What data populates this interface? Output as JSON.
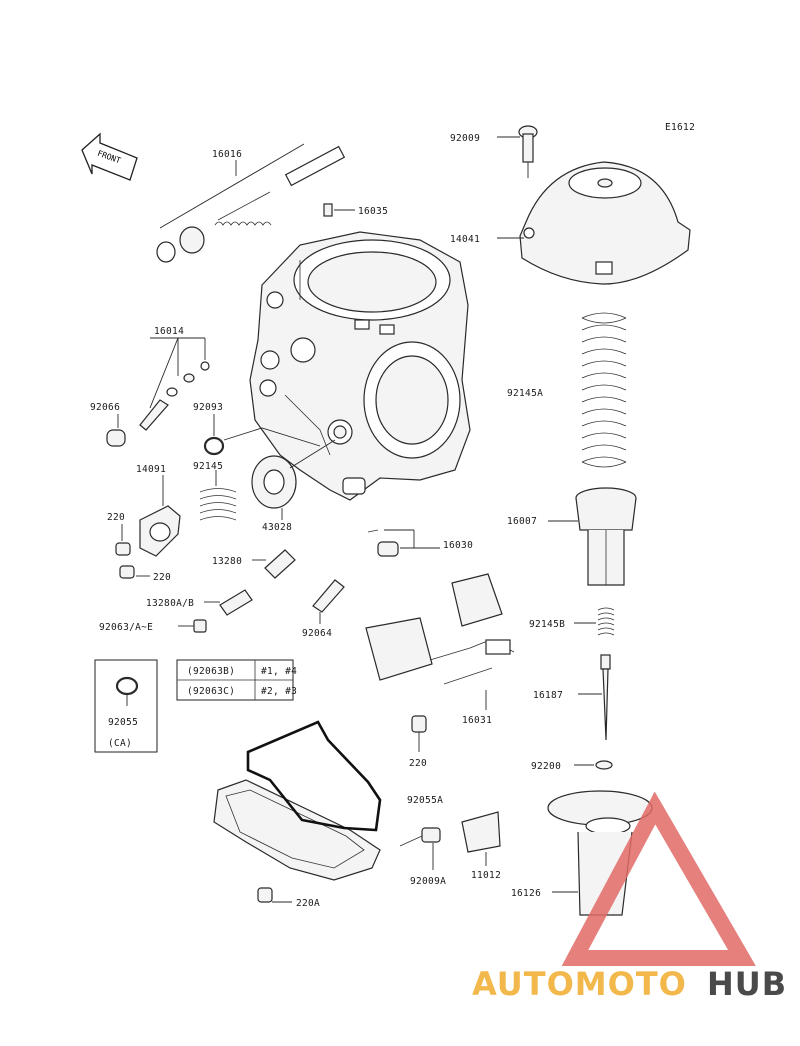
{
  "diagram_code": "E1612",
  "front_arrow_text": "FRONT",
  "parts": {
    "p92009": "92009",
    "p14041": "14041",
    "p16016": "16016",
    "p16035": "16035",
    "p16014": "16014",
    "p92066": "92066",
    "p92093": "92093",
    "p92145": "92145",
    "p14091": "14091",
    "p220a": "220",
    "p220b": "220",
    "p43028": "43028",
    "p13280": "13280",
    "p13280ab": "13280A/B",
    "p92063ae": "92063/A~E",
    "p92064": "92064",
    "p16030": "16030",
    "p92145A": "92145A",
    "p16007": "16007",
    "p92145B": "92145B",
    "p16031": "16031",
    "p16187": "16187",
    "p220c": "220",
    "p92200": "92200",
    "p92055A": "92055A",
    "p92009A": "92009A",
    "p11012": "11012",
    "p16126": "16126",
    "p220A": "220A"
  },
  "inset_box": {
    "part": "92055",
    "note": "(CA)"
  },
  "table": {
    "rows": [
      {
        "part": "(92063B)",
        "cyl": "#1, #4"
      },
      {
        "part": "(92063C)",
        "cyl": "#2, #3"
      }
    ]
  },
  "watermark": {
    "part1": "AUTOMOTO",
    "part2": "HUB",
    "color1": "#f2b84b",
    "color2": "#4a4a4a",
    "triangle_color": "#e06a66"
  }
}
